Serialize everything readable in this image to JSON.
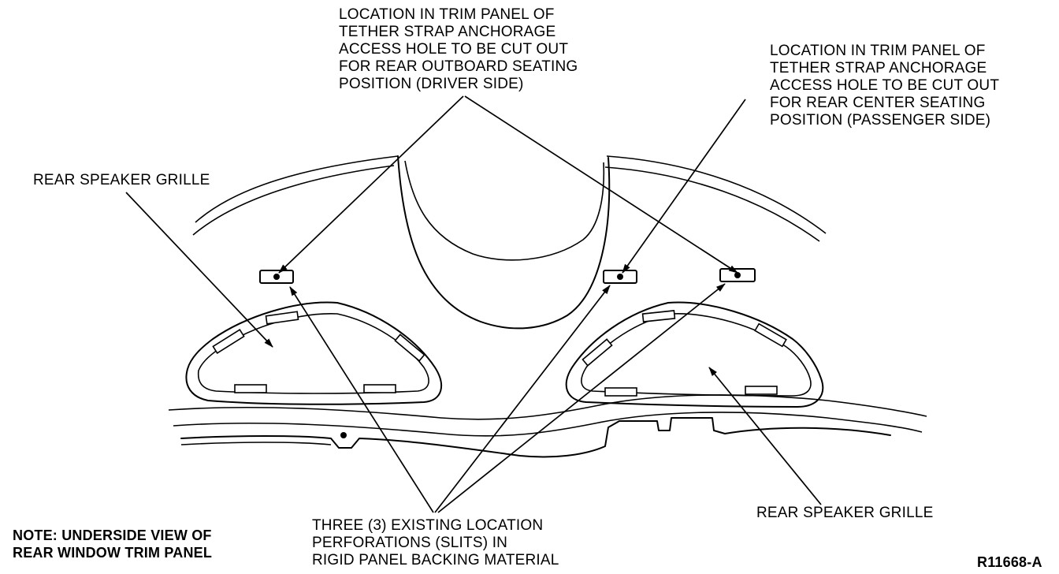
{
  "callouts": {
    "driver_side": [
      "LOCATION IN TRIM PANEL OF",
      "TETHER STRAP ANCHORAGE",
      "ACCESS HOLE TO BE CUT OUT",
      "FOR REAR OUTBOARD SEATING",
      "POSITION (DRIVER SIDE)"
    ],
    "passenger_side": [
      "LOCATION IN TRIM PANEL OF",
      "TETHER STRAP ANCHORAGE",
      "ACCESS HOLE TO BE CUT OUT",
      "FOR REAR CENTER SEATING",
      "POSITION (PASSENGER SIDE)"
    ],
    "grille_left": "REAR SPEAKER GRILLE",
    "grille_right": "REAR SPEAKER GRILLE",
    "perforations": [
      "THREE (3) EXISTING LOCATION",
      "PERFORATIONS (SLITS) IN",
      "RIGID PANEL BACKING MATERIAL"
    ]
  },
  "note": [
    "NOTE: UNDERSIDE VIEW OF",
    "REAR WINDOW TRIM PANEL"
  ],
  "figure_id": "R11668-A"
}
